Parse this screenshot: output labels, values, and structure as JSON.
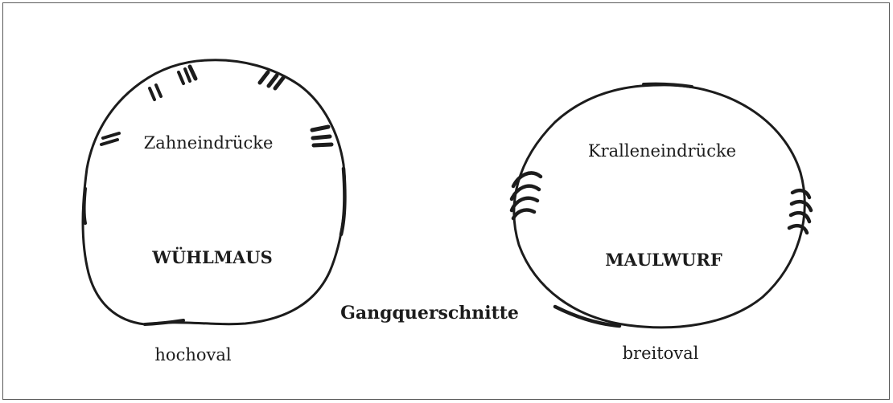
{
  "diagram": {
    "title": "Gangquerschnitte",
    "left": {
      "name": "WÜHLMAUS",
      "marks_label": "Zahneindrücke",
      "shape_label": "hochoval"
    },
    "right": {
      "name": "MAULWURF",
      "marks_label": "Kralleneindrücke",
      "shape_label": "breitoval"
    }
  },
  "colors": {
    "ink": "#1c1c1c",
    "frame": "#5a5a5a",
    "background": "#ffffff"
  }
}
